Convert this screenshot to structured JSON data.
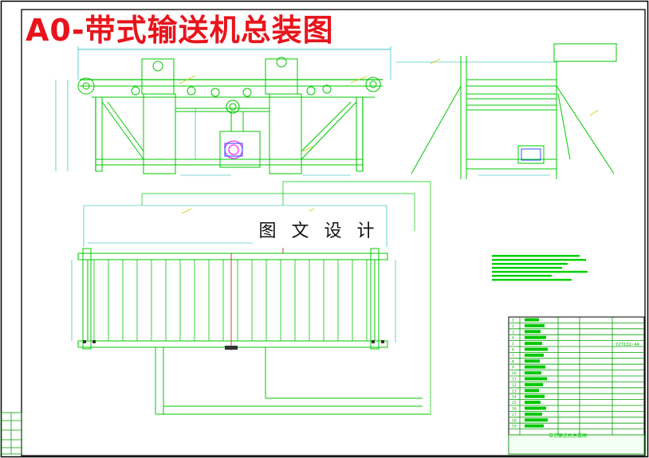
{
  "title": "A0-带式输送机总装图",
  "watermark": "图 文 设 计",
  "title_block": {
    "drawing_name": "带式输送机总装图",
    "motor_model": "Y2T132-4A",
    "item_numbers": [
      "1",
      "2",
      "3",
      "4",
      "5",
      "6",
      "7",
      "8",
      "9",
      "10",
      "11",
      "12",
      "13",
      "14",
      "15",
      "16",
      "17",
      "18",
      "19"
    ]
  },
  "colors": {
    "frame": "#00c800",
    "dimension": "#00b0b0",
    "detail": "#ff00ff",
    "title": "#e8141c",
    "centerline": "#dd2222",
    "notes": "#00d000",
    "blue": "#3050ff"
  }
}
